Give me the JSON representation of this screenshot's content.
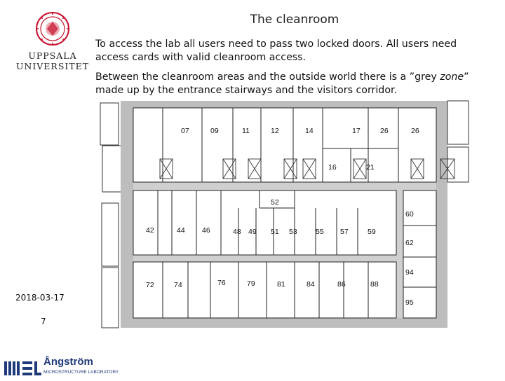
{
  "slide": {
    "title": "The cleanroom",
    "paragraph1": "To access the lab all users need to pass two locked doors. All users need access cards with valid cleanroom access.",
    "paragraph2_prefix": "Between the cleanroom areas and the outside world there is a ”grey ",
    "paragraph2_emph": "zone",
    "paragraph2_suffix": "” made up by the entrance stairways and the visitors corridor.",
    "date": "2018-03-17",
    "page_number": "7"
  },
  "logo": {
    "line1": "UPPSALA",
    "line2": "UNIVERSITET",
    "seal_color": "#c8102e"
  },
  "bottom_logo": {
    "brand": "Ångström",
    "subtitle": "MICROSTRUCTURE LABORATORY",
    "color": "#1f3a7a"
  },
  "floorplan": {
    "rooms_top": [
      "07",
      "09",
      "11",
      "12",
      "14",
      "17",
      "26",
      "26"
    ],
    "rooms_mid_small": [
      "16",
      "21"
    ],
    "room_center": "52",
    "rooms_middle": [
      "42",
      "44",
      "46",
      "48",
      "49",
      "51",
      "53",
      "55",
      "57",
      "59"
    ],
    "rooms_right": [
      "60",
      "62",
      "94",
      "95"
    ],
    "rooms_bottom": [
      "72",
      "74",
      "76",
      "79",
      "81",
      "84",
      "86",
      "88"
    ],
    "grey_zone_color": "#bdbdbd"
  }
}
